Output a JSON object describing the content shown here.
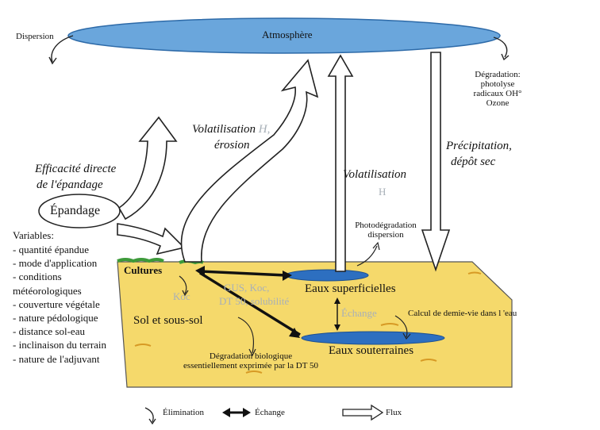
{
  "atmosphere": {
    "label": "Atmosphère",
    "color": "#6aa6dc"
  },
  "dispersion_label": "Dispersion",
  "degradation": {
    "title": "Dégradation:",
    "line1": "photolyse",
    "line2": "radicaux OH°",
    "line3": "Ozone"
  },
  "arrows": {
    "volatilisation_h_erosion": {
      "line1": "Volatilisation",
      "h": "H,",
      "line2": "érosion"
    },
    "volatilisation_h": {
      "line1": "Volatilisation",
      "h": "H"
    },
    "precipitation": {
      "line1": "Précipitation,",
      "line2": "dépôt sec"
    },
    "efficacite": {
      "line1": "Efficacité directe",
      "line2": "de l'épandage"
    }
  },
  "epandage_label": "Épandage",
  "variables": {
    "title": "Variables:",
    "items": [
      "- quantité épandue",
      "- mode d'application",
      "- conditions",
      "météorologiques",
      "- couverture végétale",
      "- nature pédologique",
      "- distance sol-eau",
      "- inclinaison du terrain",
      "- nature de l'adjuvant"
    ]
  },
  "soil": {
    "color": "#f5d96b",
    "cultures": "Cultures",
    "koc": "Koc",
    "gus": "GUS, Koc,",
    "dt50": "DT 50, solubilité",
    "sol": "Sol et sous-sol",
    "eaux_sup": "Eaux superficielles",
    "echange": "Échange",
    "eaux_sout": "Eaux souterraines",
    "calcul": "Calcul de demie-vie dans l 'eau",
    "degradation_bio_1": "Dégradation biologique",
    "degradation_bio_2": "essentiellement  exprimée par la DT 50",
    "photodeg_1": "Photodégradation",
    "photodeg_2": "dispersion"
  },
  "legend": {
    "elimination": "Élimination",
    "echange": "Échange",
    "flux": "Flux"
  }
}
